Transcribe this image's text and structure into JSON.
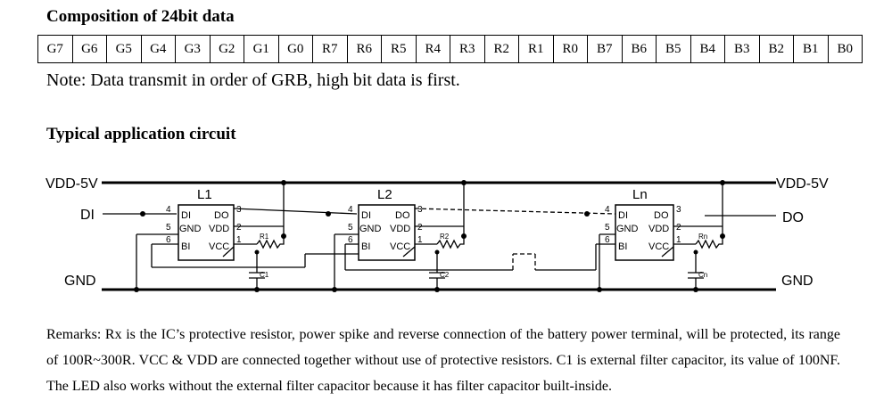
{
  "composition": {
    "title": "Composition of 24bit data",
    "bits": [
      "G7",
      "G6",
      "G5",
      "G4",
      "G3",
      "G2",
      "G1",
      "G0",
      "R7",
      "R6",
      "R5",
      "R4",
      "R3",
      "R2",
      "R1",
      "R0",
      "B7",
      "B6",
      "B5",
      "B4",
      "B3",
      "B2",
      "B1",
      "B0"
    ],
    "note": "Note: Data transmit in order of GRB, high bit data is first."
  },
  "circuit": {
    "title": "Typical application circuit",
    "vdd_left": "VDD-5V",
    "vdd_right": "VDD-5V",
    "di": "DI",
    "do": "DO",
    "gnd_left": "GND",
    "gnd_right": "GND",
    "chips": [
      {
        "name": "L1",
        "resistor": "R1",
        "capacitor": "C1"
      },
      {
        "name": "L2",
        "resistor": "R2",
        "capacitor": "C2"
      },
      {
        "name": "Ln",
        "resistor": "Rn",
        "capacitor": "Cn"
      }
    ],
    "pins": {
      "di": "DI",
      "gnd": "GND",
      "bi": "BI",
      "do": "DO",
      "vdd": "VDD",
      "vcc": "VCC"
    },
    "pin_numbers": {
      "p1": "1",
      "p2": "2",
      "p3": "3",
      "p4": "4",
      "p5": "5",
      "p6": "6"
    }
  },
  "remarks": "Remarks: Rx is the IC’s protective resistor, power spike and reverse connection of the battery power terminal, will be protected, its range of 100R~300R. VCC & VDD are connected together without use of protective resistors. C1 is external filter capacitor, its value of 100NF. The LED also works without the external filter capacitor because it has filter capacitor built-inside."
}
